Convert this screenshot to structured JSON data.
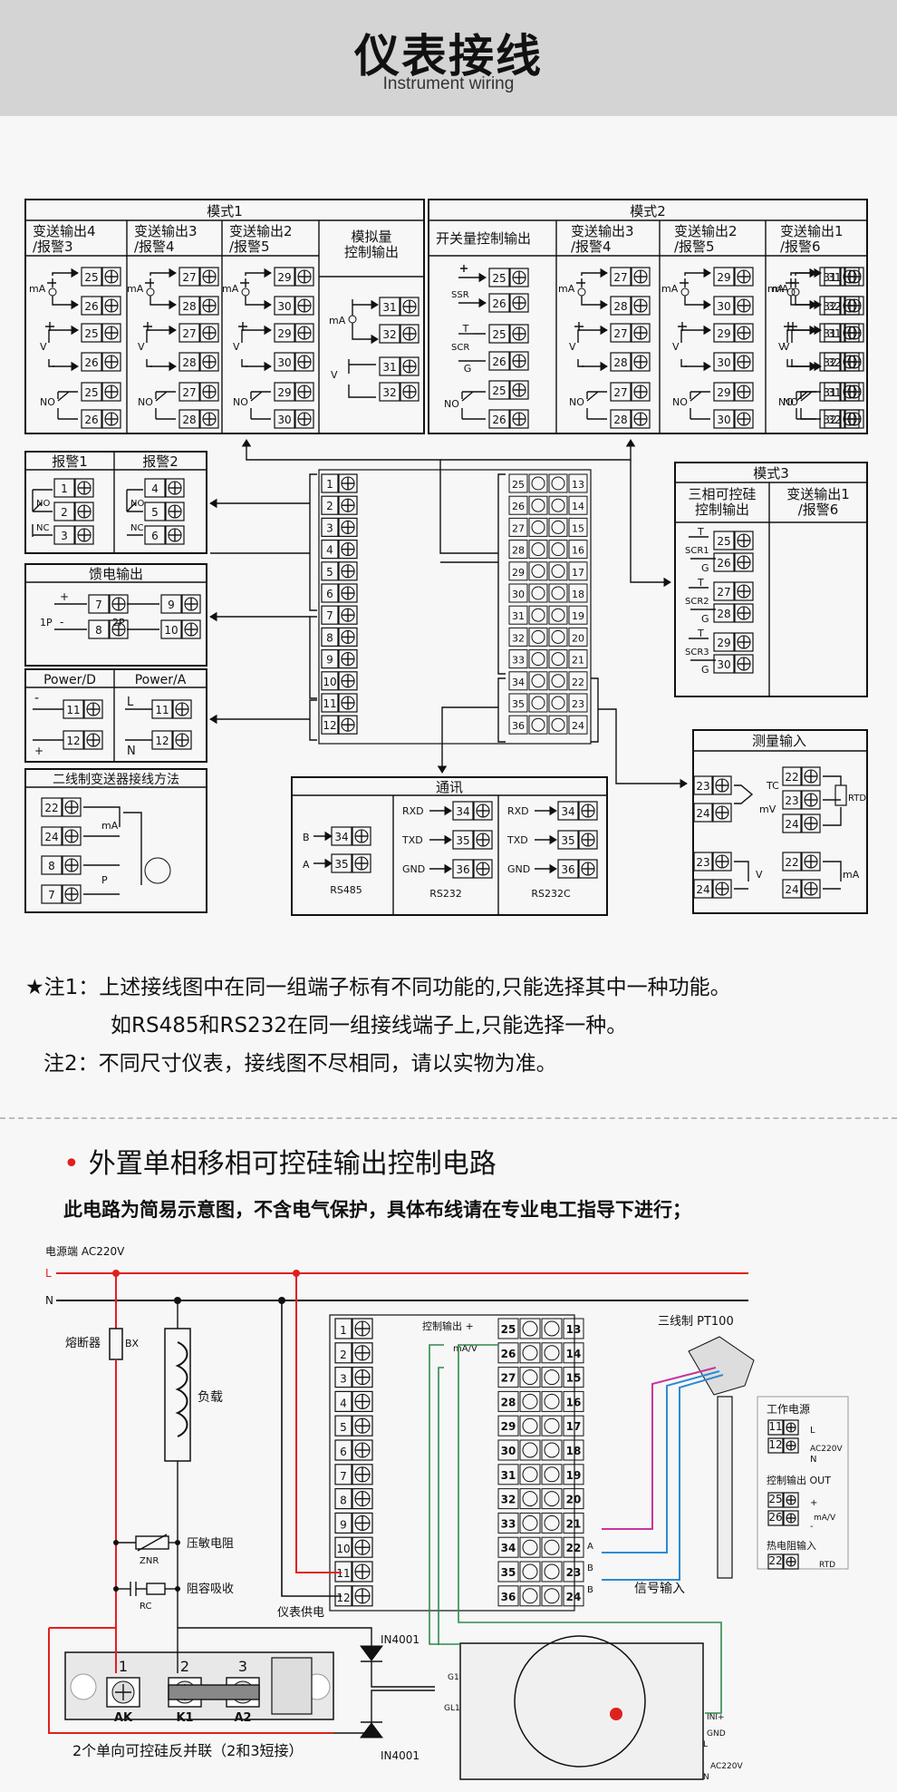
{
  "header": {
    "title": "仪表接线",
    "subtitle": "Instrument wiring"
  },
  "mode1": {
    "title": "模式1",
    "cols": [
      "变送输出4\n/报警3",
      "变送输出3\n/报警4",
      "变送输出2\n/报警5",
      "模拟量\n控制输出"
    ],
    "terms": [
      [
        "25",
        "26"
      ],
      [
        "27",
        "28"
      ],
      [
        "29",
        "30"
      ],
      [
        "31",
        "32"
      ]
    ]
  },
  "mode2": {
    "title": "模式2",
    "cols": [
      "开关量控制输出",
      "变送输出3\n/报警4",
      "变送输出2\n/报警5",
      "变送输出1\n/报警6"
    ],
    "terms": [
      [
        "25",
        "26"
      ],
      [
        "27",
        "28"
      ],
      [
        "29",
        "30"
      ],
      [
        "31",
        "32"
      ]
    ]
  },
  "mode3": {
    "title": "模式3",
    "cols": [
      "三相可控硅\n控制输出",
      "变送输出1\n/报警6"
    ],
    "scr": [
      "SCR1",
      "SCR2",
      "SCR3"
    ]
  },
  "alarm": {
    "cols": [
      "报警1",
      "报警2"
    ],
    "a1": [
      "1",
      "2",
      "3"
    ],
    "a2": [
      "4",
      "5",
      "6"
    ]
  },
  "relay": {
    "title": "馈电输出",
    "p1": "1P",
    "p2": "2P",
    "t": [
      "7",
      "8",
      "9",
      "10"
    ]
  },
  "power": {
    "cols": [
      "Power/D",
      "Power/A"
    ],
    "t": [
      "11",
      "12"
    ],
    "L": "L",
    "N": "N"
  },
  "twowire": {
    "title": "二线制变送器接线方法",
    "t": [
      "22",
      "24",
      "8",
      "7"
    ],
    "mA": "mA",
    "P": "P"
  },
  "comm": {
    "title": "通讯",
    "rs485": "RS485",
    "rs232": "RS232",
    "rs232c": "RS232C",
    "rxd": "RXD",
    "txd": "TXD",
    "gnd": "GND",
    "A": "A",
    "B": "B",
    "t": [
      "34",
      "35",
      "36"
    ]
  },
  "measure": {
    "title": "测量输入",
    "tc": "TC",
    "mv": "mV",
    "rtd": "RTD",
    "v": "V",
    "ma": "mA",
    "t": [
      "23",
      "24",
      "22"
    ]
  },
  "labels": {
    "mA": "mA",
    "V": "V",
    "NO": "NO",
    "NC": "NC",
    "SSR": "SSR",
    "SCR": "SCR",
    "G": "G",
    "T": "T"
  },
  "terminal_left": [
    "1",
    "2",
    "3",
    "4",
    "5",
    "6",
    "7",
    "8",
    "9",
    "10",
    "11",
    "12"
  ],
  "terminal_right_a": [
    "25",
    "26",
    "27",
    "28",
    "29",
    "30",
    "31",
    "32",
    "33",
    "34",
    "35",
    "36"
  ],
  "terminal_right_b": [
    "13",
    "14",
    "15",
    "16",
    "17",
    "18",
    "19",
    "20",
    "21",
    "22",
    "23",
    "24"
  ],
  "notes": [
    "★注1：上述接线图中在同一组端子标有不同功能的,只能选择其中一种功能。",
    "如RS485和RS232在同一组接线端子上,只能选择一种。",
    "注2：不同尺寸仪表，接线图不尽相同，请以实物为准。"
  ],
  "section": {
    "title": "外置单相移相可控硅输出控制电路",
    "desc": "此电路为简易示意图，不含电气保护，具体布线请在专业电工指导下进行；"
  },
  "circuit": {
    "power_src": "电源端  AC220V",
    "L": "L",
    "N": "N",
    "fuse": "熔断器",
    "bx": "BX",
    "load": "负载",
    "varistor": "压敏电阻",
    "znr": "ZNR",
    "rc_absorb": "阻容吸收",
    "rc": "RC",
    "inst_power": "仪表供电",
    "diode": "IN4001",
    "scr_label": "2个单向可控硅反并联（2和3短接）",
    "scr_terms": [
      "1",
      "2",
      "3"
    ],
    "scr_names": [
      "AK",
      "K1",
      "A2"
    ],
    "ctrl_out": "控制输出 +",
    "ma_v": "mA/V",
    "pt100": "三线制  PT100",
    "signal": "信号输入",
    "A": "A",
    "B": "B",
    "work_power": "工作电源",
    "ac220": "AC220V",
    "ctrl_out_label": "控制输出 OUT",
    "rtd_in": "热电阻输入",
    "rtd": "RTD",
    "g1": "G1",
    "gl1": "GL1",
    "ini": "INI+",
    "gnd": "GND",
    "plus": "+",
    "minus": "-"
  }
}
